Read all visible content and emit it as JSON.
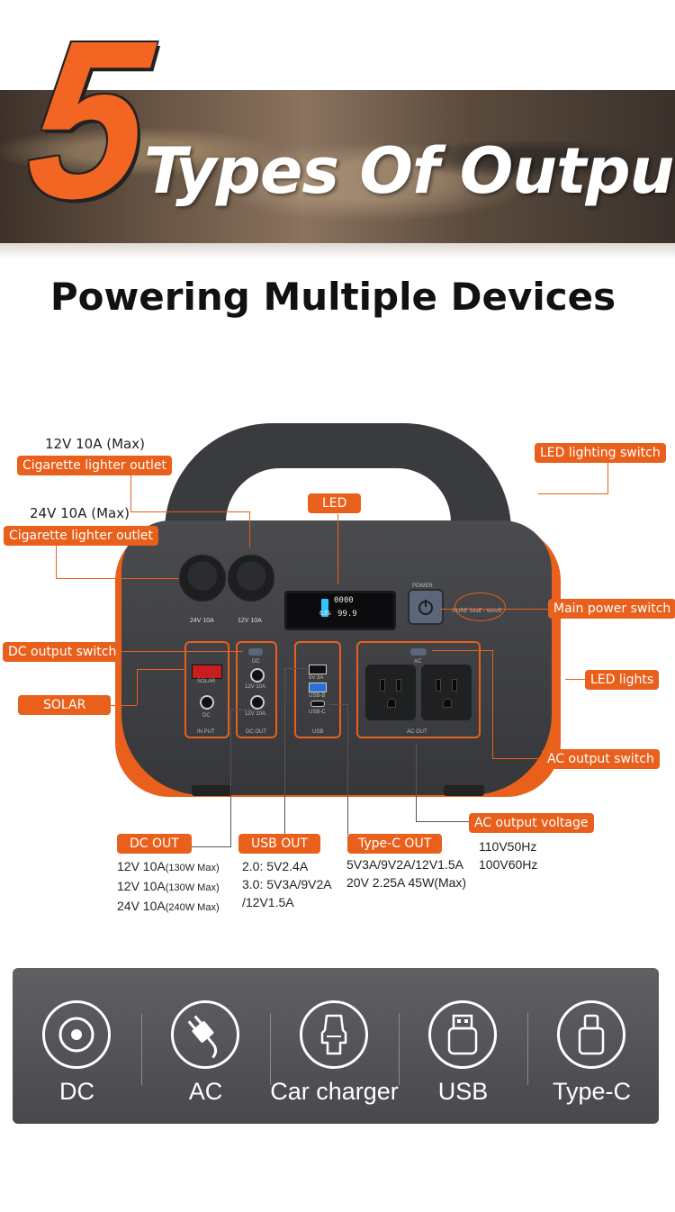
{
  "header": {
    "big_number": "5",
    "headline": "Types Of Output",
    "subheadline": "Powering Multiple Devices"
  },
  "device": {
    "socket_labels": [
      "24V 10A",
      "12V 10A"
    ],
    "lcd": {
      "top": "0000",
      "bottom_left": "63%",
      "bottom_right": "99.9"
    },
    "power_label": "POWER",
    "wave_label": "PURE SINE - WAVE",
    "panels": {
      "input": {
        "label": "IN PUT",
        "solar": "SOLAR",
        "dc": "DC"
      },
      "dc_out": {
        "label": "DC OUT",
        "dc": "DC",
        "port1": "12V 10A",
        "port2": "12V 10A"
      },
      "usb": {
        "label": "USB",
        "p1": "5V 3A",
        "p2": "USB-B",
        "p3": "USB-C"
      },
      "ac_out": {
        "label": "AC OUT",
        "ac": "AC"
      }
    }
  },
  "callouts": {
    "cig1_note": "12V 10A (Max)",
    "cig1_tag": "Cigarette lighter outlet",
    "cig2_note": "24V 10A (Max)",
    "cig2_tag": "Cigarette lighter outlet",
    "led": "LED",
    "led_switch": "LED lighting switch",
    "main_power": "Main power switch",
    "dc_switch": "DC output switch",
    "solar": "SOLAR",
    "led_lights": "LED lights",
    "ac_switch": "AC output switch",
    "ac_voltage": "AC output voltage",
    "dc_out": "DC OUT",
    "usb_out": "USB OUT",
    "typec_out": "Type-C OUT"
  },
  "specs": {
    "dc_out": [
      {
        "main": "12V 10A",
        "small": "(130W Max)"
      },
      {
        "main": "12V 10A",
        "small": "(130W Max)"
      },
      {
        "main": "24V 10A",
        "small": "(240W Max)"
      }
    ],
    "usb_out": [
      "2.0: 5V2.4A",
      "3.0: 5V3A/9V2A",
      "/12V1.5A"
    ],
    "typec_out": [
      "5V3A/9V2A/12V1.5A",
      "20V 2.25A 45W(Max)"
    ],
    "ac_out": [
      "110V50Hz",
      "100V60Hz"
    ]
  },
  "icons": [
    {
      "name": "dc-icon",
      "label": "DC"
    },
    {
      "name": "ac-plug-icon",
      "label": "AC"
    },
    {
      "name": "car-charger-icon",
      "label": "Car charger"
    },
    {
      "name": "usb-icon",
      "label": "USB"
    },
    {
      "name": "type-c-icon",
      "label": "Type-C"
    }
  ],
  "colors": {
    "accent": "#e8601c",
    "device_body": "#3e3f42",
    "icon_bar": "#505154"
  }
}
